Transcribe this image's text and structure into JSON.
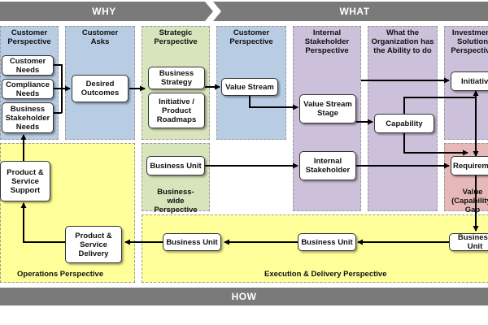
{
  "banners": {
    "why": "WHY",
    "what": "WHAT",
    "how": "HOW"
  },
  "lanes": {
    "customer_perspective_left": "Customer Perspective",
    "customer_asks": "Customer Asks",
    "strategic_perspective": "Strategic Perspective",
    "customer_perspective_mid": "Customer Perspective",
    "internal_stakeholder_perspective": "Internal Stakeholder Perspective",
    "org_ability": "What the Organization has the Ability to do",
    "investment_solution": "Investment Solution Perspective",
    "business_wide": "Business-wide Perspective",
    "value_gap": "Value (Capability) Gap Perspective",
    "operations": "Operations Perspective",
    "execution_delivery": "Execution & Delivery Perspective"
  },
  "boxes": {
    "customer_needs": "Customer Needs",
    "compliance_needs": "Compliance Needs",
    "business_stakeholder_needs": "Business Stakeholder Needs",
    "desired_outcomes": "Desired Outcomes",
    "business_strategy": "Business Strategy",
    "initiative_roadmaps": "Initiative / Product Roadmaps",
    "value_stream": "Value Stream",
    "value_stream_stage": "Value Stream Stage",
    "capability": "Capability",
    "initiative": "Initiative",
    "requirement": "Requirement",
    "business_unit_strategic": "Business Unit",
    "internal_stakeholder": "Internal Stakeholder",
    "product_service_support": "Product & Service Support",
    "product_service_delivery": "Product & Service Delivery",
    "business_unit_exec_left": "Business Unit",
    "business_unit_exec_mid": "Business Unit",
    "business_unit_exec_right": "Business Unit"
  },
  "colors": {
    "banner": "#7a7a7a",
    "blue_lane": "#b8cce4",
    "green_lane": "#d8e4bc",
    "purple_lane": "#ccc0da",
    "yellow_lane": "#ffff99",
    "pink_lane": "#e6b9b8",
    "box_fill": "#ffffff"
  }
}
